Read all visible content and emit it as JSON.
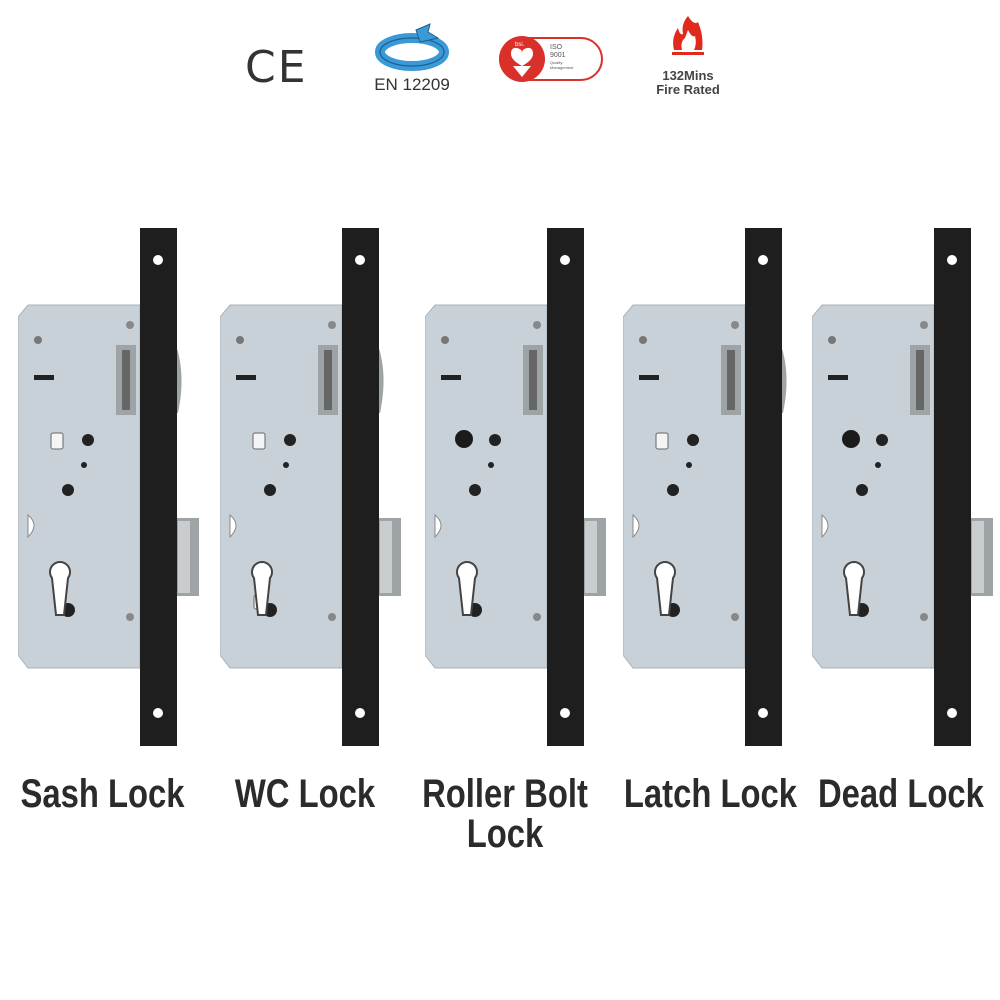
{
  "certifications": [
    {
      "name": "ce-mark",
      "text": "CE"
    },
    {
      "name": "en-12209",
      "text": "EN 12209"
    },
    {
      "name": "bsi-iso-9001",
      "logo_text": [
        "bsi.",
        "ISO",
        "9001",
        "Quality",
        "Management"
      ]
    },
    {
      "name": "fire-rated",
      "text_line1": "132Mins",
      "text_line2": "Fire Rated"
    }
  ],
  "colors": {
    "faceplate": "#1e1e1e",
    "case": "#c9d1d8",
    "steel": "#9ea3a6",
    "bsi_red": "#d9302a",
    "en_blue": "#3a9ad8",
    "fire_red": "#e02a1c"
  },
  "products": [
    {
      "label": "Sash Lock",
      "variant": "sash"
    },
    {
      "label": "WC Lock",
      "variant": "wc"
    },
    {
      "label": "Roller Bolt",
      "label2": "Lock",
      "variant": "roller"
    },
    {
      "label": "Latch Lock",
      "variant": "latch"
    },
    {
      "label": "Dead Lock",
      "variant": "dead"
    }
  ]
}
